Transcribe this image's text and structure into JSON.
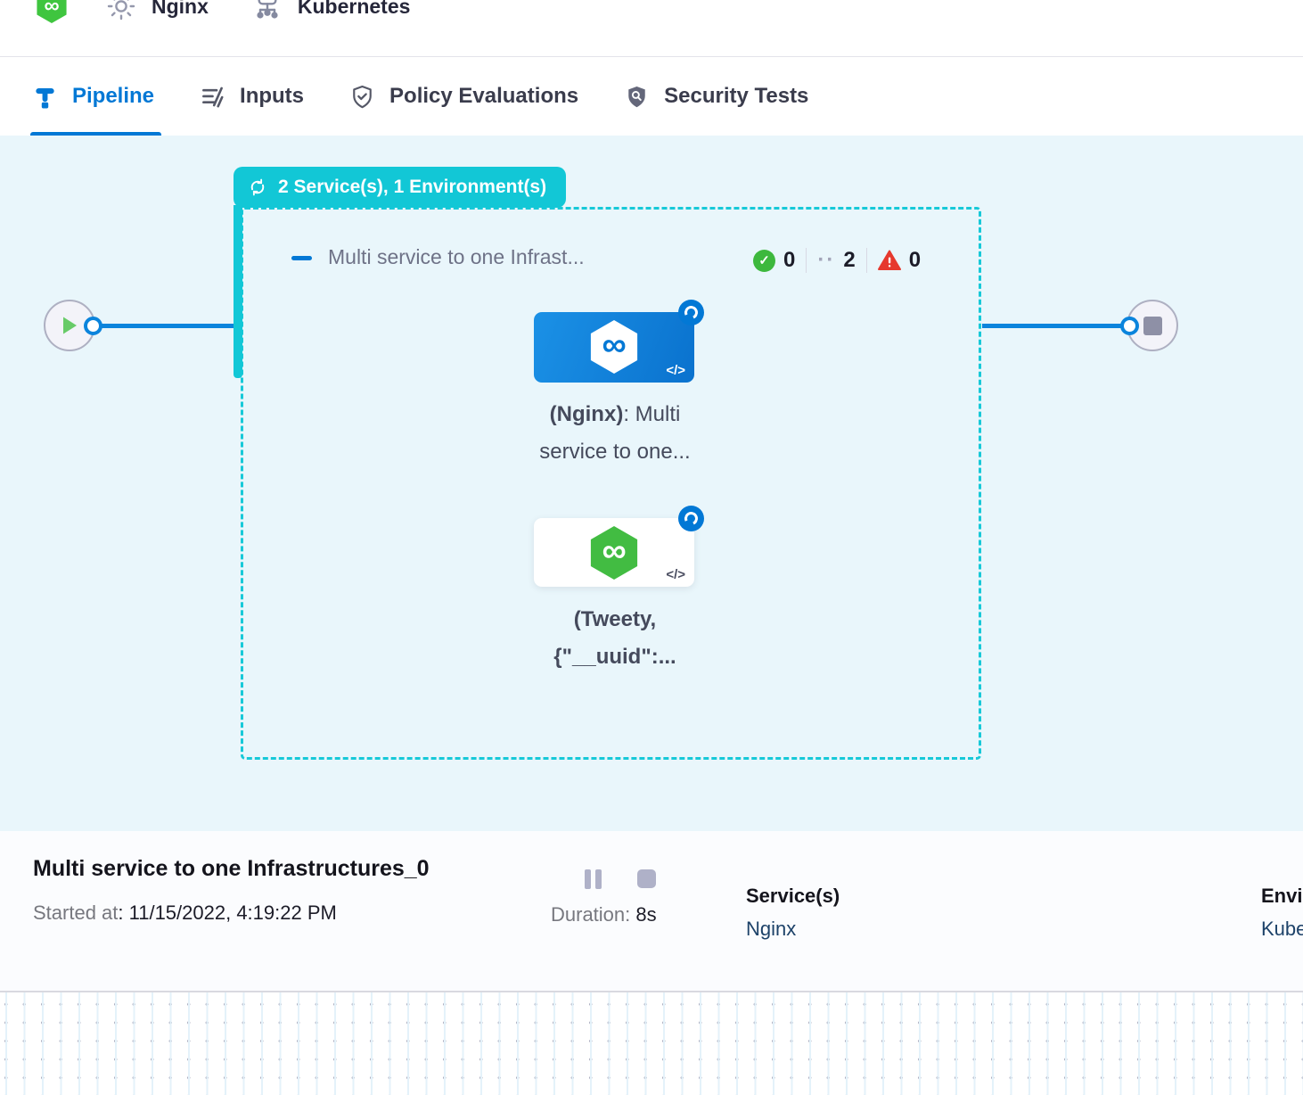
{
  "header": {
    "service_name": "Nginx",
    "infra_name": "Kubernetes"
  },
  "tabs": [
    {
      "label": "Pipeline",
      "active": true
    },
    {
      "label": "Inputs",
      "active": false
    },
    {
      "label": "Policy Evaluations",
      "active": false
    },
    {
      "label": "Security Tests",
      "active": false
    }
  ],
  "canvas": {
    "badge_label": "2 Service(s), 1 Environment(s)",
    "stage": {
      "title": "Multi service to one Infrast...",
      "success_count": "0",
      "running_count": "2",
      "failed_count": "0",
      "dots_glyph": "··"
    },
    "nodes": [
      {
        "label_bold": "(Nginx)",
        "label_rest": ": Multi",
        "label_line2": "service to one..."
      },
      {
        "label_line1": "(Tweety,",
        "label_line2": "{\"__uuid\":..."
      }
    ]
  },
  "icons": {
    "infinity": "∞",
    "code": "</>",
    "check": "✓"
  },
  "footer": {
    "title": "Multi service to one Infrastructures_0",
    "started_label": "Started at",
    "started_value": ": 11/15/2022, 4:19:22 PM",
    "duration_label": "Duration: ",
    "duration_value": "8s",
    "services_label": "Service(s)",
    "services_value": "Nginx",
    "environments_label": "Environment(s)",
    "environments_value": "Kubernetes"
  },
  "colors": {
    "primary_blue": "#0278D5",
    "teal": "#12C7D6",
    "canvas_bg": "#E9F6FB",
    "harness_green": "#3FC53F",
    "success_green": "#3DB83D",
    "fail_red": "#E6392E",
    "link_navy": "#1D4269"
  }
}
